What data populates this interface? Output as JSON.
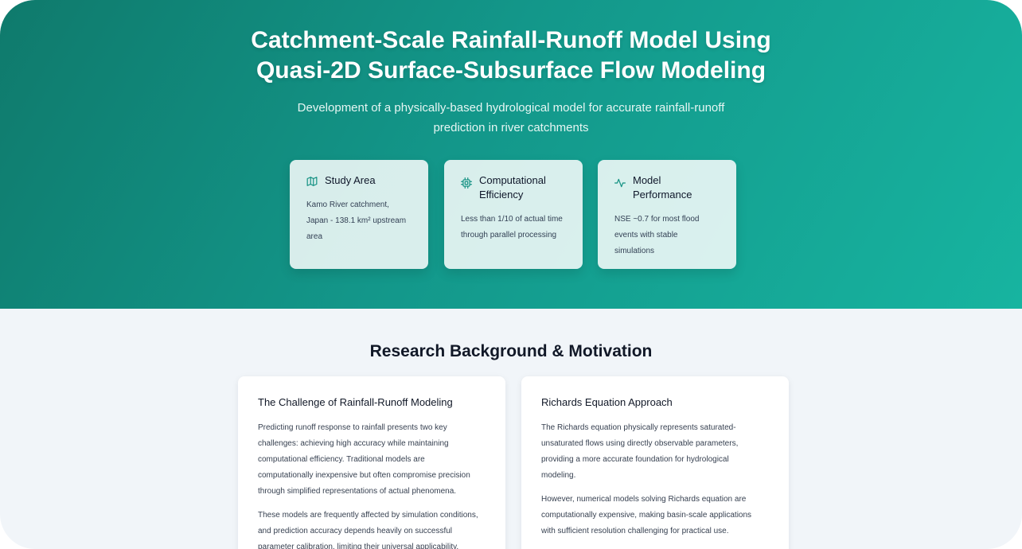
{
  "hero": {
    "title_lines": [
      "Catchment-Scale Rainfall-Runoff Model Using",
      "Quasi-2D Surface-Subsurface Flow Modeling"
    ],
    "subtitle_lines": [
      "Development of a physically-based hydrological model for accurate rainfall-runoff",
      "prediction in river catchments"
    ]
  },
  "stats": [
    {
      "icon": "map-icon",
      "title_lines": [
        "Study Area"
      ],
      "text_lines": [
        "Kamo River catchment,",
        "Japan - 138.1 km² upstream",
        "area"
      ]
    },
    {
      "icon": "cpu-chip-icon",
      "title_lines": [
        "Computational",
        "Efficiency"
      ],
      "text_lines": [
        "Less than 1/10 of actual time",
        "through parallel processing"
      ]
    },
    {
      "icon": "activity-pulse-icon",
      "title_lines": [
        "Model",
        "Performance"
      ],
      "text_lines": [
        "NSE ~0.7 for most flood",
        "events with stable",
        "simulations"
      ]
    }
  ],
  "background": {
    "title": "Research Background & Motivation",
    "cards": [
      {
        "title": "The Challenge of Rainfall-Runoff Modeling",
        "paragraphs": [
          [
            "Predicting runoff response to rainfall presents two key",
            "challenges: achieving high accuracy while maintaining",
            "computational efficiency. Traditional models are",
            "computationally inexpensive but often compromise precision",
            "through simplified representations of actual phenomena."
          ],
          [
            "These models are frequently affected by simulation conditions,",
            "and prediction accuracy depends heavily on successful",
            "parameter calibration, limiting their universal applicability."
          ]
        ]
      },
      {
        "title": "Richards Equation Approach",
        "paragraphs": [
          [
            "The Richards equation physically represents saturated-",
            "unsaturated flows using directly observable parameters,",
            "providing a more accurate foundation for hydrological",
            "modeling."
          ],
          [
            "However, numerical models solving Richards equation are",
            "computationally expensive, making basin-scale applications",
            "with sufficient resolution challenging for practical use."
          ]
        ]
      }
    ]
  },
  "colors": {
    "accent": "#0f8f80",
    "hero_start": "#0f7a6c",
    "hero_end": "#17b4a0",
    "page_bg": "#f1f5f9"
  }
}
